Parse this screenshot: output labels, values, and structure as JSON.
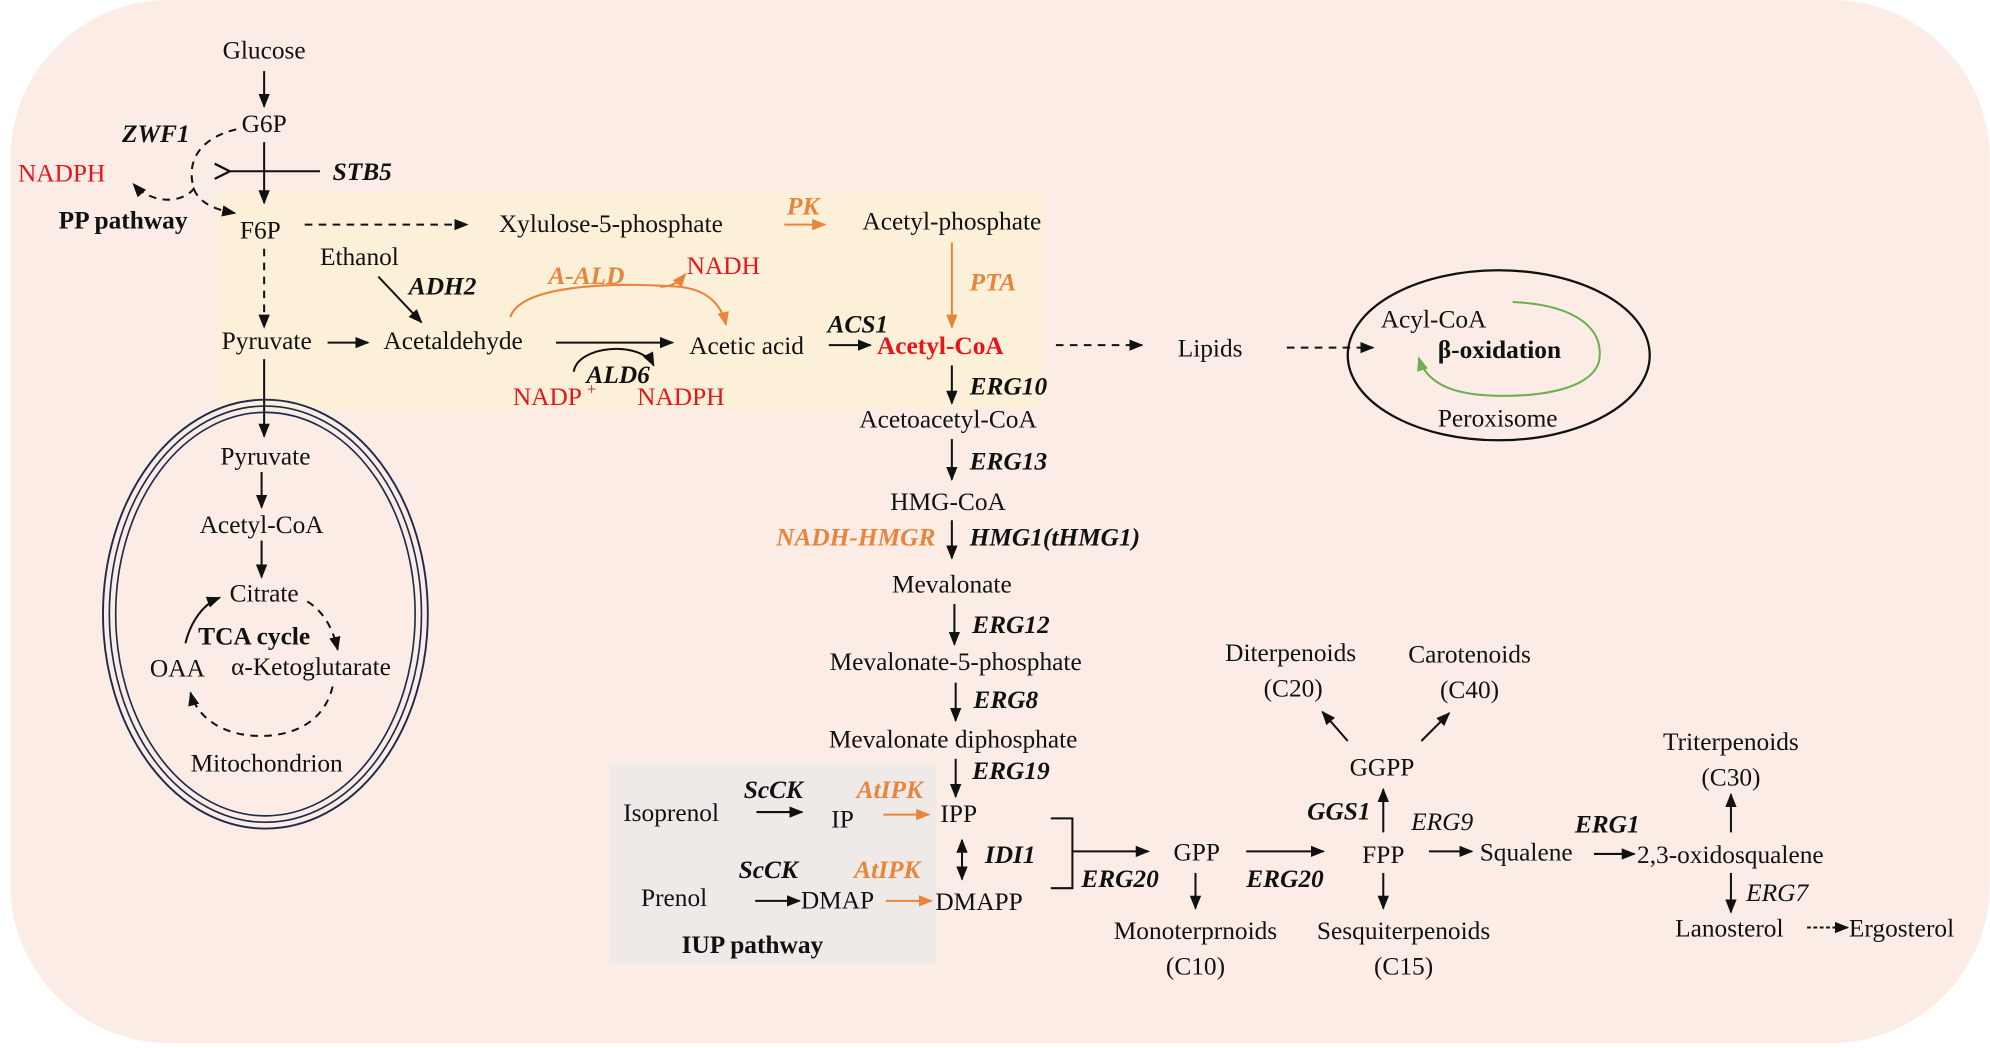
{
  "colors": {
    "background": "#FBEDE5",
    "glycolysis_box": "#FDF0D8",
    "iup_box": "#EFEAE8",
    "orange": "#E8843C",
    "red": "#E8141B",
    "green": "#6BAF4E",
    "mito": "#1F2A4D"
  },
  "metabolites": {
    "glucose": "Glucose",
    "g6p": "G6P",
    "f6p": "F6P",
    "nadph_pp": "NADPH",
    "xylulose5p": "Xylulose-5-phosphate",
    "acetyl_phosphate": "Acetyl-phosphate",
    "ethanol": "Ethanol",
    "nadh": "NADH",
    "pyruvate": "Pyruvate",
    "acetaldehyde": "Acetaldehyde",
    "acetic_acid": "Acetic acid",
    "acetyl_coa": "Acetyl-CoA",
    "nadp_plus": "NADP",
    "nadp_sup": "+",
    "nadph_ald6": "NADPH",
    "lipids": "Lipids",
    "acyl_coa": "Acyl-CoA",
    "acetoacetyl_coa": "Acetoacetyl-CoA",
    "hmg_coa": "HMG-CoA",
    "mevalonate": "Mevalonate",
    "mevalonate_5p": "Mevalonate-5-phosphate",
    "mevalonate_dp": "Mevalonate diphosphate",
    "isoprenol": "Isoprenol",
    "ip": "IP",
    "ipp": "IPP",
    "prenol": "Prenol",
    "dmap": "DMAP",
    "dmapp": "DMAPP",
    "gpp": "GPP",
    "fpp": "FPP",
    "ggpp": "GGPP",
    "squalene": "Squalene",
    "oxidosqualene": "2,3-oxidosqualene",
    "lanosterol": "Lanosterol",
    "ergosterol": "Ergosterol",
    "diterpenoids": "Diterpenoids",
    "c20": "(C20)",
    "carotenoids": "Carotenoids",
    "c40": "(C40)",
    "triterpenoids": "Triterpenoids",
    "c30": "(C30)",
    "monoterpenoids": "Monoterprnoids",
    "c10": "(C10)",
    "sesquiterpenoids": "Sesquiterpenoids",
    "c15": "(C15)",
    "mito_pyruvate": "Pyruvate",
    "mito_acetyl_coa": "Acetyl-CoA",
    "citrate": "Citrate",
    "oaa": "OAA",
    "akg": "α-Ketoglutarate"
  },
  "enzymes": {
    "zwf1": "ZWF1",
    "stb5": "STB5",
    "pk": "PK",
    "pta": "PTA",
    "adh2": "ADH2",
    "a_ald": "A-ALD",
    "ald6": "ALD6",
    "acs1": "ACS1",
    "erg10": "ERG10",
    "erg13": "ERG13",
    "nadh_hmgr": "NADH-HMGR",
    "hmg1": "HMG1(tHMG1)",
    "erg12": "ERG12",
    "erg8": "ERG8",
    "erg19": "ERG19",
    "scck_1": "ScCK",
    "atipk_1": "AtIPK",
    "scck_2": "ScCK",
    "atipk_2": "AtIPK",
    "idi1": "IDI1",
    "erg20_1": "ERG20",
    "erg20_2": "ERG20",
    "ggs1": "GGS1",
    "erg9": "ERG9",
    "erg1": "ERG1",
    "erg7": "ERG7"
  },
  "labels": {
    "pp_pathway": "PP pathway",
    "tca_cycle": "TCA cycle",
    "mitochondrion": "Mitochondrion",
    "beta_oxidation": "β-oxidation",
    "peroxisome": "Peroxisome",
    "iup_pathway": "IUP pathway"
  }
}
